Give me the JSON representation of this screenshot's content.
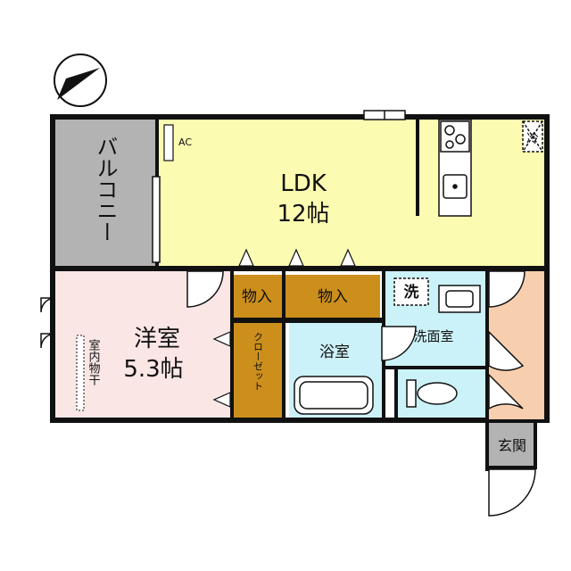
{
  "colors": {
    "ldk": "#fbfbb1",
    "balcony": "#b3b3b3",
    "western": "#fbe6e6",
    "storage": "#cc8f1c",
    "wet": "#ccf2f9",
    "hall": "#f7cfae",
    "entrance": "#b3b3b3",
    "wall": "#111111"
  },
  "compass": {
    "icon": "north-arrow-icon"
  },
  "rooms": {
    "ldk": {
      "name": "LDK",
      "size": "12帖"
    },
    "balcony": {
      "name": "バルコニー"
    },
    "western": {
      "name": "洋室",
      "size": "5.3帖"
    },
    "closet": {
      "name": "クローゼット"
    },
    "storage_left": {
      "name": "物入"
    },
    "storage_right": {
      "name": "物入"
    },
    "bath": {
      "name": "浴室"
    },
    "washroom": {
      "name": "洗面室"
    },
    "entrance": {
      "name": "玄関"
    }
  },
  "fixtures": {
    "ac": "AC",
    "fridge": "冷",
    "washer": "洗",
    "drying": "室内物干"
  }
}
